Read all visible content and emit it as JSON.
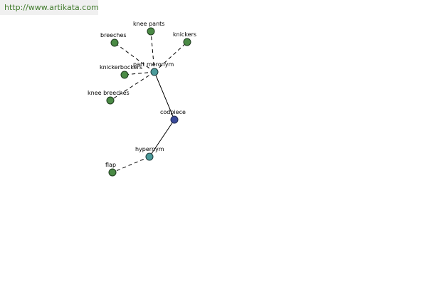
{
  "source_url": "http://www.artikata.com",
  "colors": {
    "leaf": "#4a8a45",
    "relation": "#4a9a9a",
    "center": "#3a4a9a",
    "stroke": "#1f3a1f"
  },
  "nodes": {
    "codpiece": "codpiece",
    "part_meronym": "part meronym",
    "hypernym": "hypernym",
    "knee_pants": "knee pants",
    "breeches": "breeches",
    "knickers": "knickers",
    "knickerbockers": "knickerbockers",
    "knee_breeches": "knee breeches",
    "flap": "flap"
  }
}
